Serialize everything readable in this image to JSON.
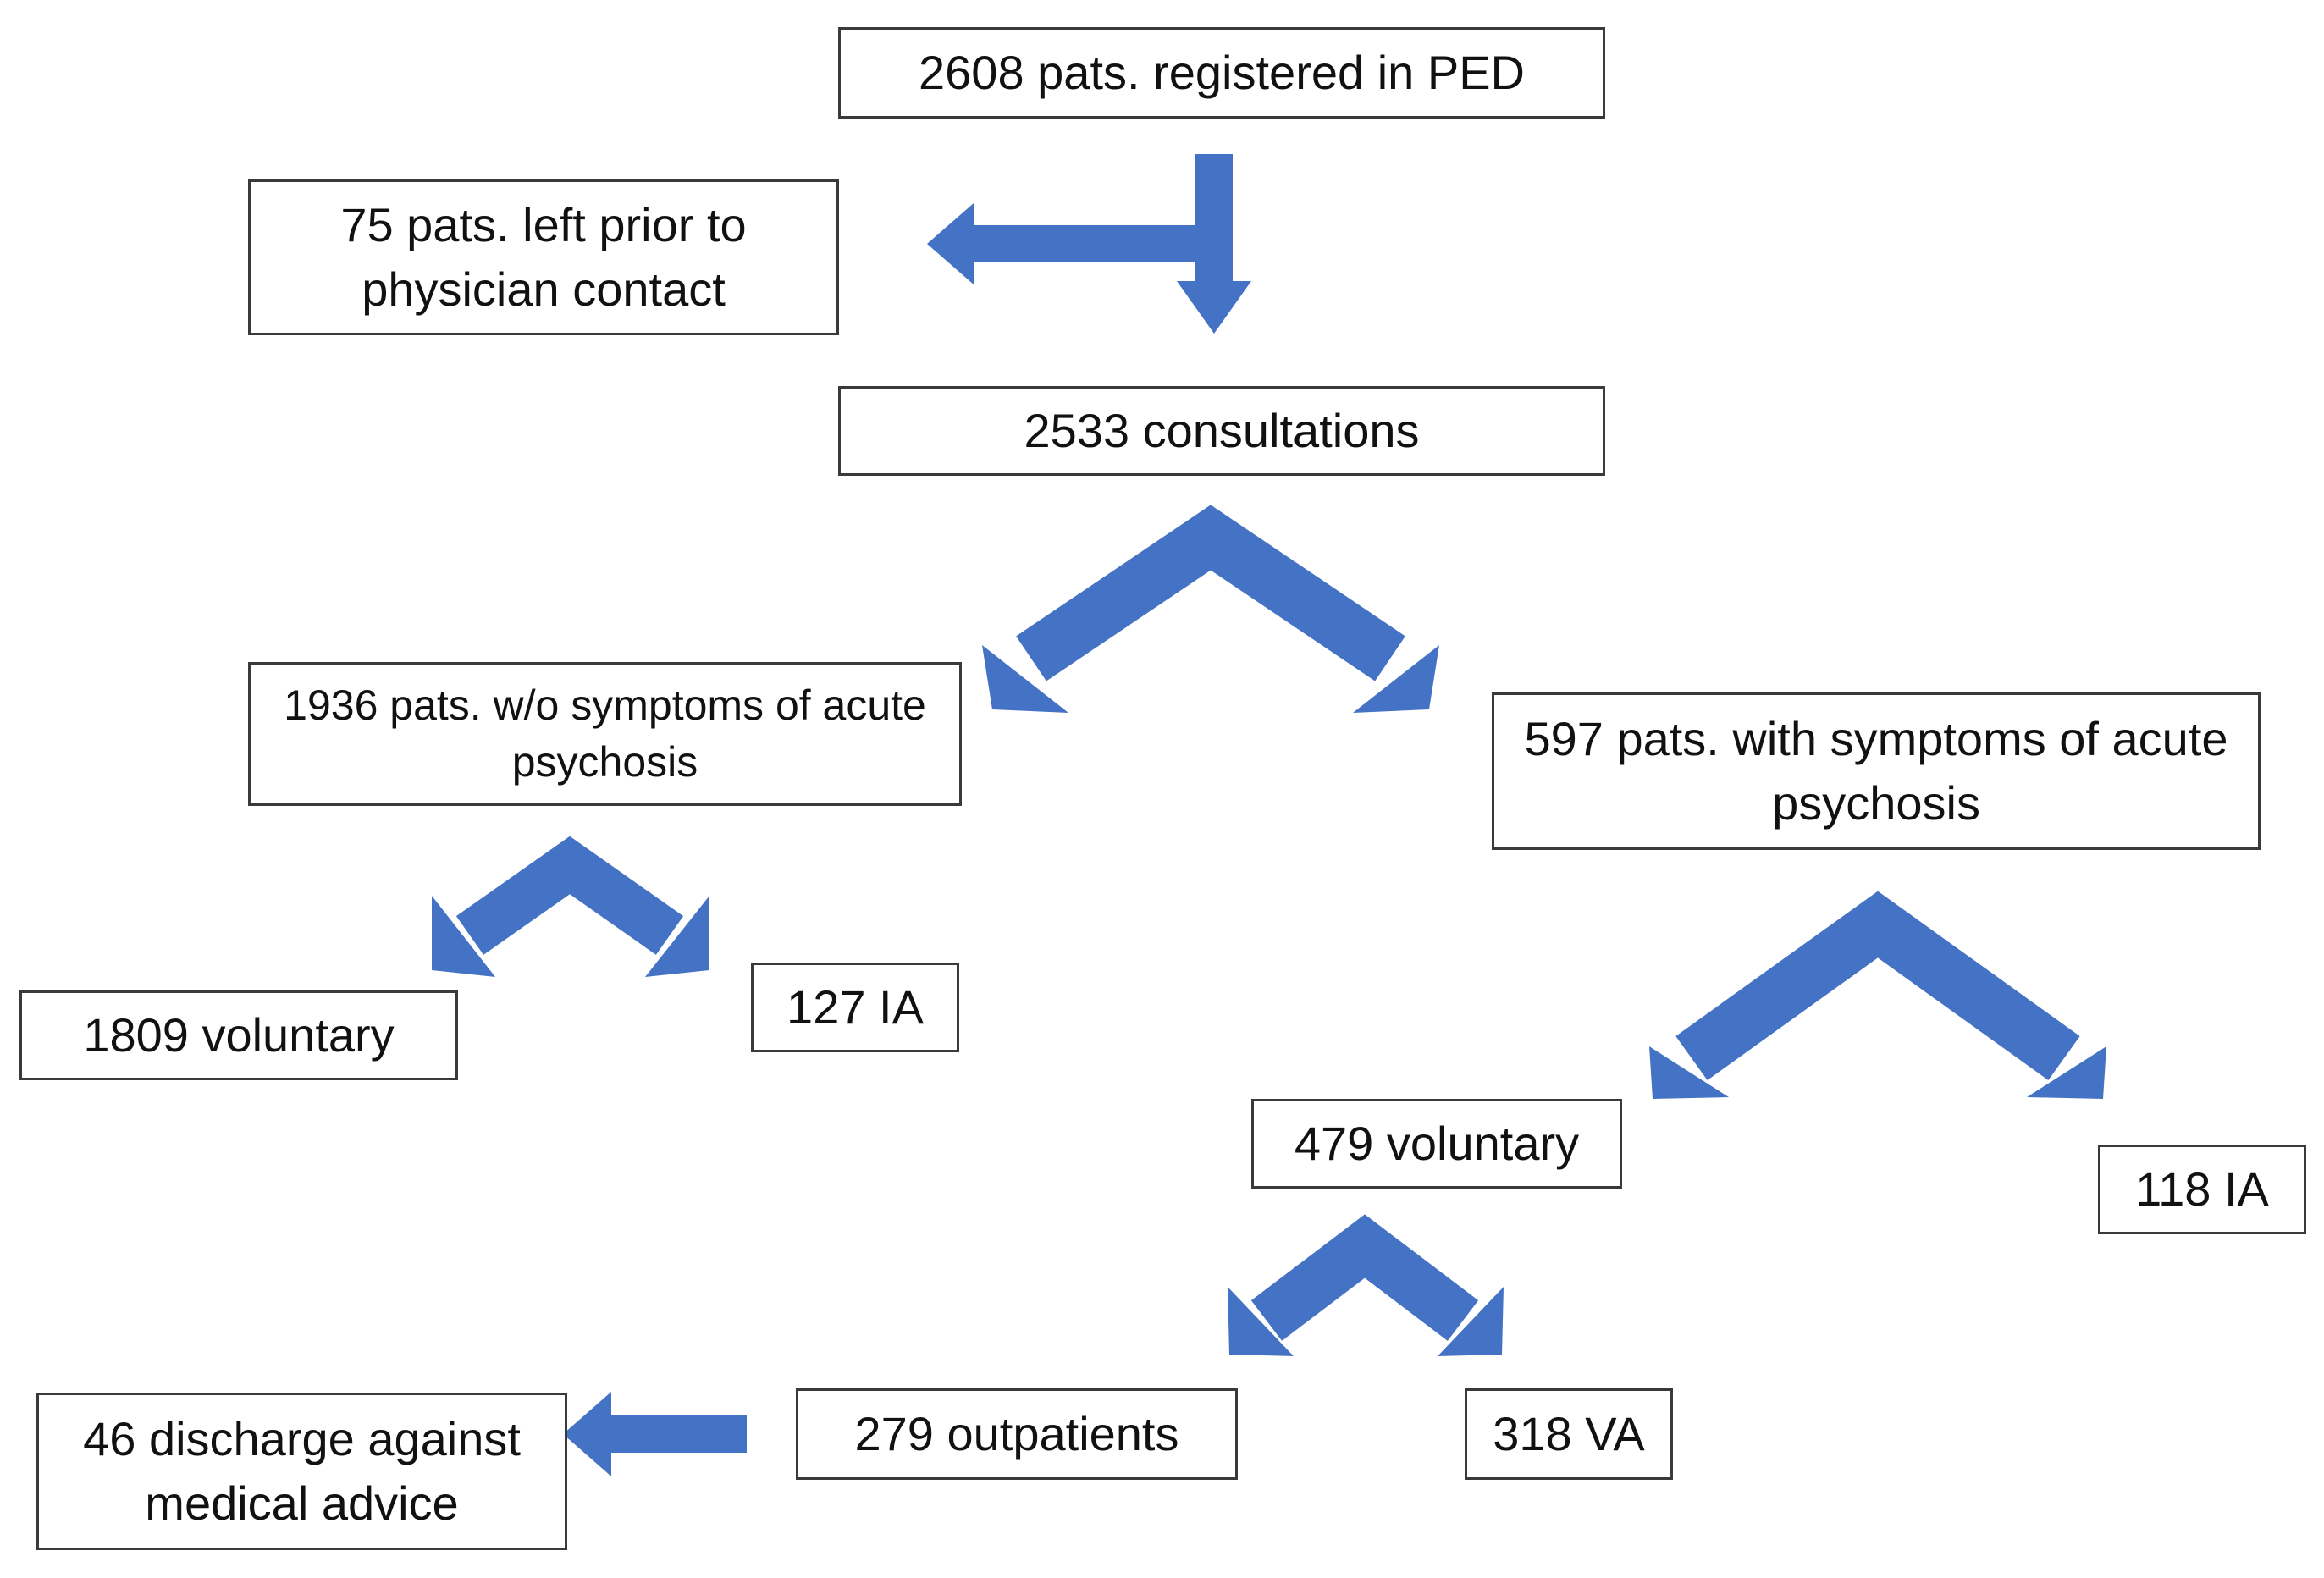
{
  "colors": {
    "arrow": "#4472C4",
    "box_border": "#3a3a3a",
    "text": "#111111"
  },
  "nodes": {
    "registered": "2608 pats. registered in PED",
    "left_prior": "75 pats. left prior to physician contact",
    "consultations": "2533 consultations",
    "without_symptoms": "1936 pats. w/o symptoms of acute psychosis",
    "with_symptoms": "597 pats. with symptoms of acute psychosis",
    "voluntary_1809": "1809 voluntary",
    "ia_127": "127 IA",
    "voluntary_479": "479 voluntary",
    "ia_118": "118 IA",
    "outpatients": "279 outpatients",
    "va_318": "318 VA",
    "discharge": "46 discharge against medical advice"
  }
}
